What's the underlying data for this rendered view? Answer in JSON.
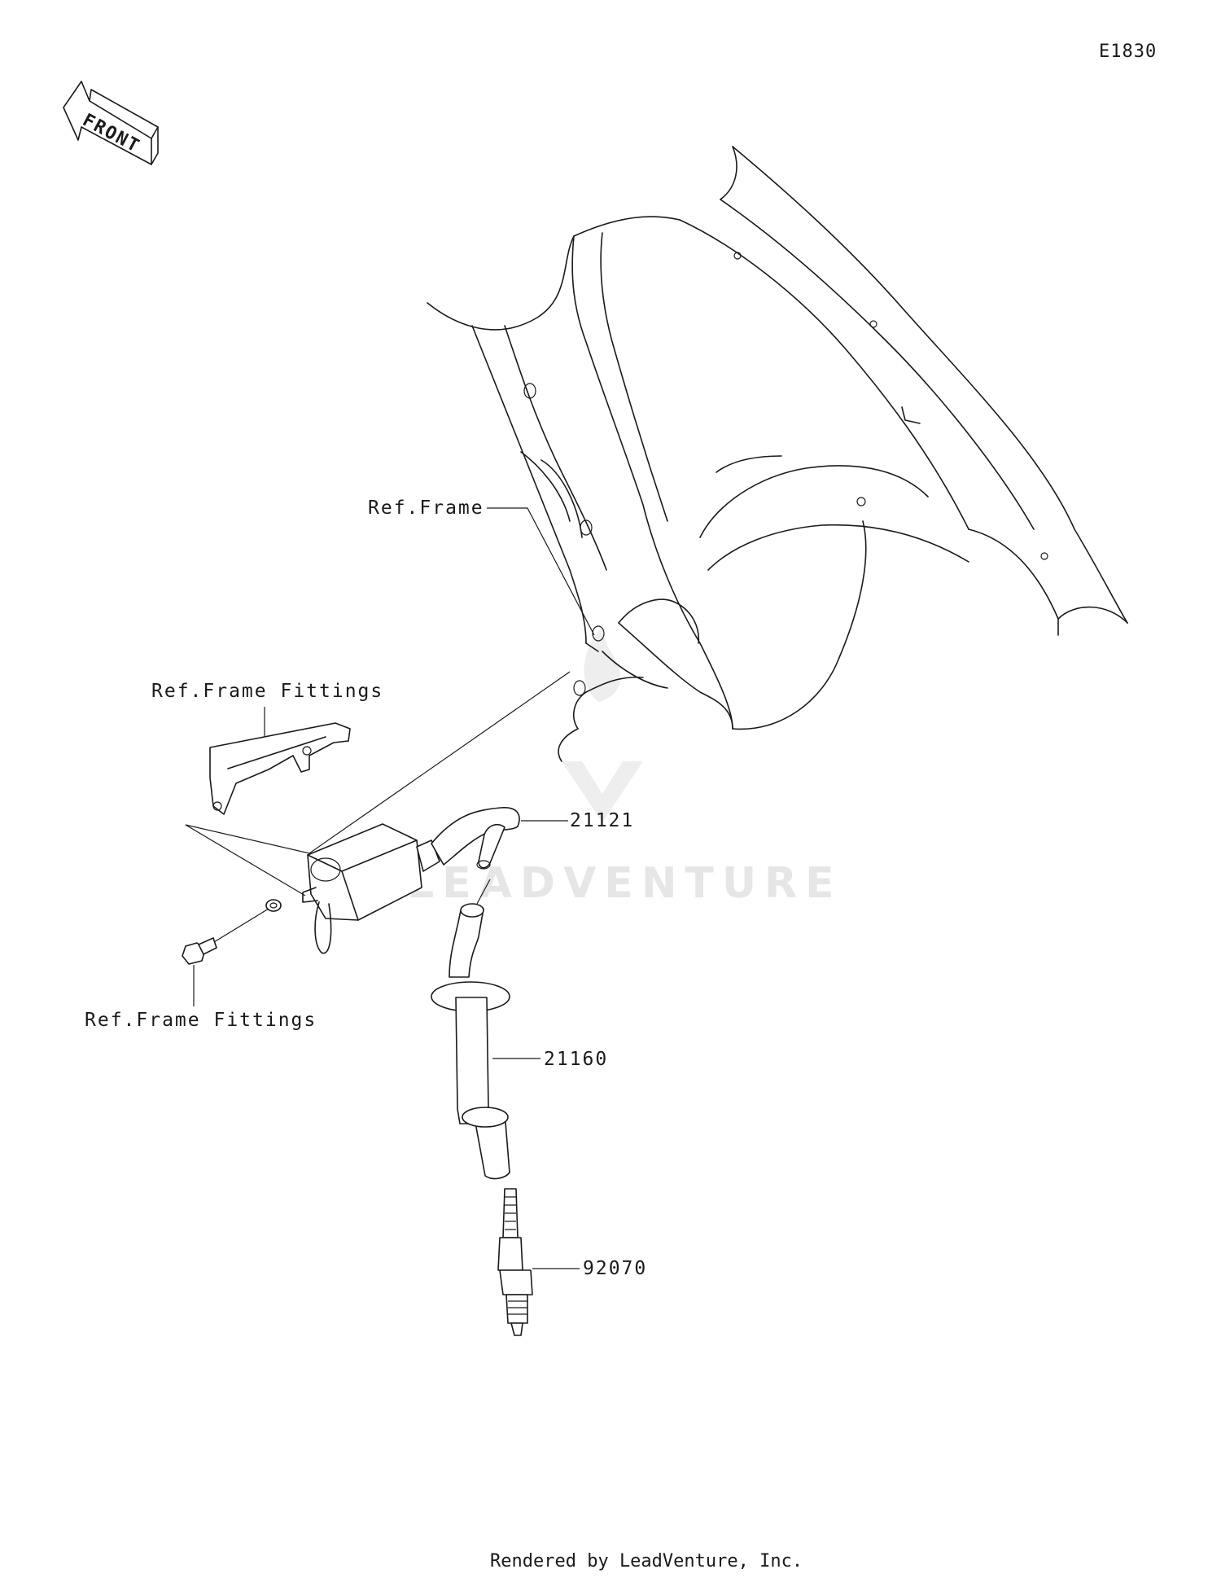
{
  "diagram": {
    "code": "E1830",
    "front_arrow_text": "FRONT",
    "watermark": "LEADVENTURE",
    "footer": "Rendered by LeadVenture, Inc.",
    "labels": {
      "ref_frame": "Ref.Frame",
      "ref_frame_fittings_top": "Ref.Frame Fittings",
      "ref_frame_fittings_bottom": "Ref.Frame Fittings",
      "part_21121": "21121",
      "part_21160": "21160",
      "part_92070": "92070"
    }
  }
}
